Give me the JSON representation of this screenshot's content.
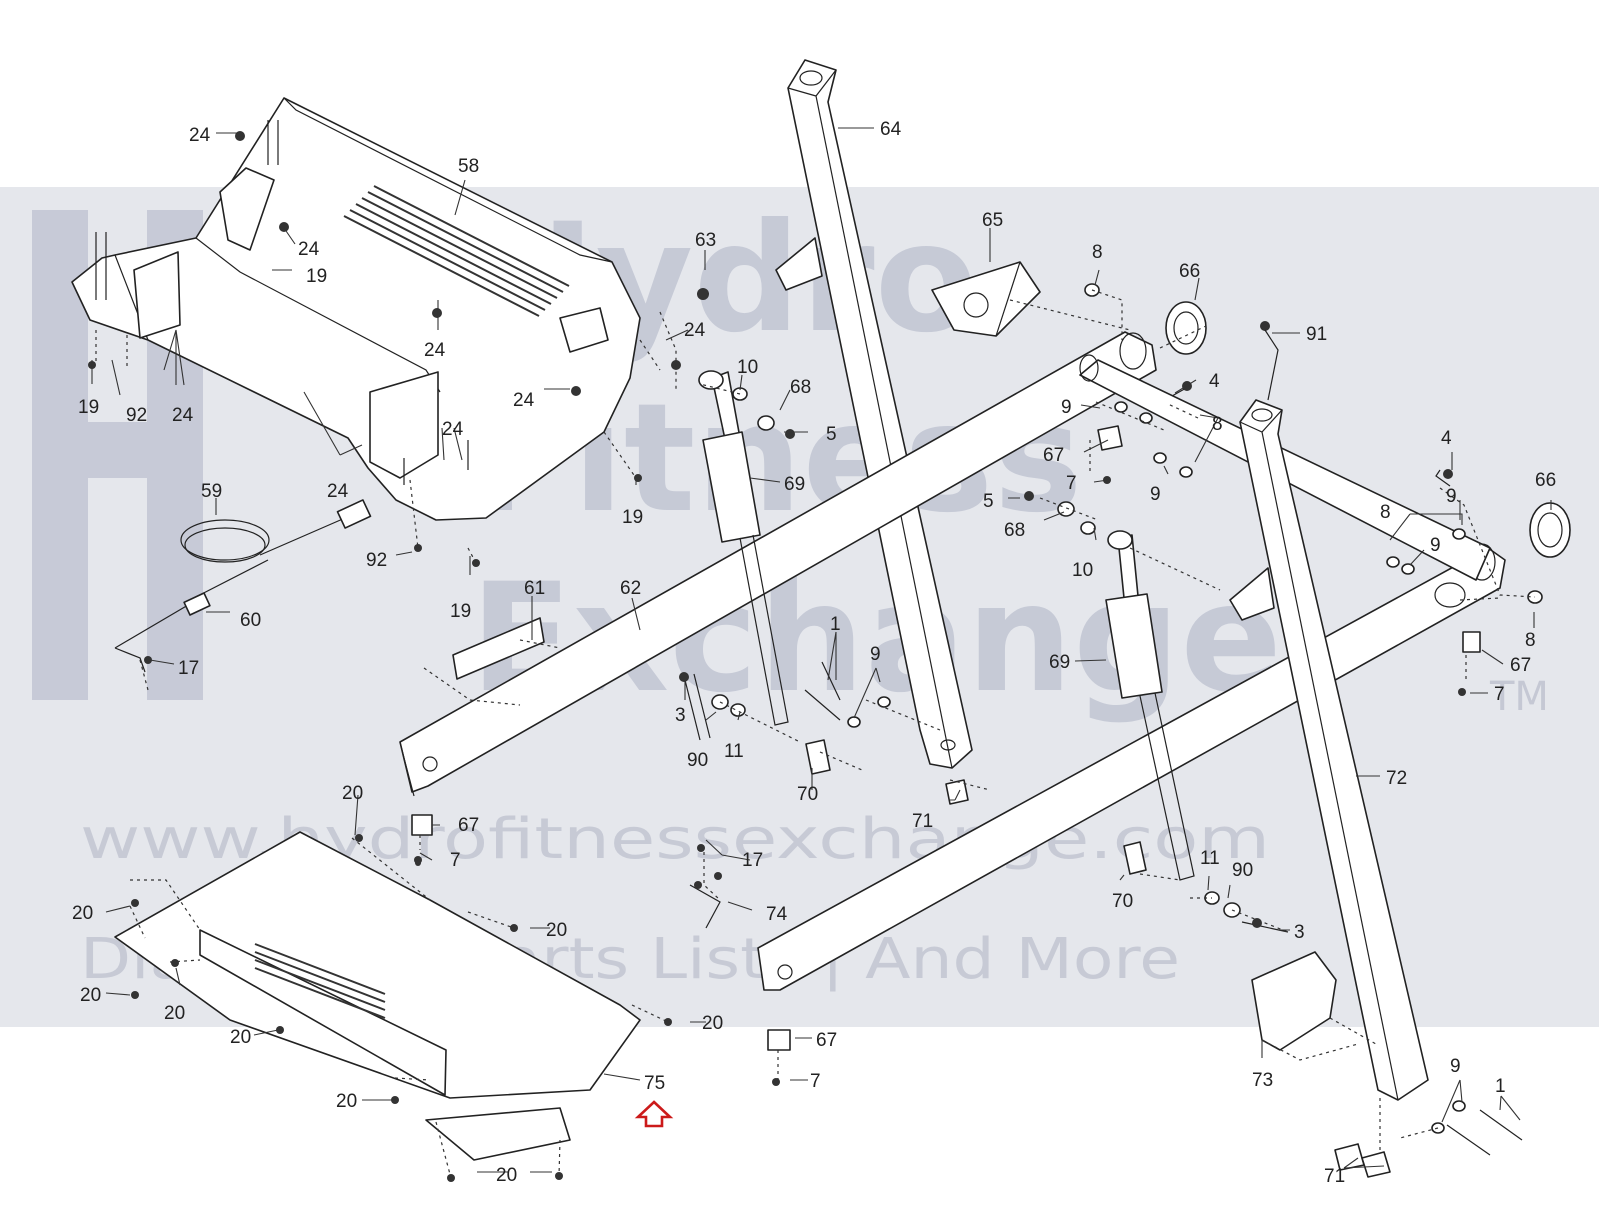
{
  "watermark": {
    "line1": "Hydro",
    "line2": "Fitness",
    "line3": "Exchange",
    "trademark": "TM",
    "url": "www.hydrofitnessexchange.com",
    "tagline": "Diagrams | Parts Lists | And More"
  },
  "marker": {
    "color": "#cc1a1a"
  },
  "callouts": [
    {
      "id": "c64",
      "text": "64"
    },
    {
      "id": "c58",
      "text": "58"
    },
    {
      "id": "c24a",
      "text": "24"
    },
    {
      "id": "c24b",
      "text": "24"
    },
    {
      "id": "c19a",
      "text": "19"
    },
    {
      "id": "c24c",
      "text": "24"
    },
    {
      "id": "c19b",
      "text": "19"
    },
    {
      "id": "c92a",
      "text": "92"
    },
    {
      "id": "c24d",
      "text": "24"
    },
    {
      "id": "c24e",
      "text": "24"
    },
    {
      "id": "c24f",
      "text": "24"
    },
    {
      "id": "c24g",
      "text": "24"
    },
    {
      "id": "c24h",
      "text": "24"
    },
    {
      "id": "c19c",
      "text": "19"
    },
    {
      "id": "c92b",
      "text": "92"
    },
    {
      "id": "c19d",
      "text": "19"
    },
    {
      "id": "c59",
      "text": "59"
    },
    {
      "id": "c60",
      "text": "60"
    },
    {
      "id": "c17a",
      "text": "17"
    },
    {
      "id": "c61",
      "text": "61"
    },
    {
      "id": "c62",
      "text": "62"
    },
    {
      "id": "c63",
      "text": "63"
    },
    {
      "id": "c10a",
      "text": "10"
    },
    {
      "id": "c68a",
      "text": "68"
    },
    {
      "id": "c5a",
      "text": "5"
    },
    {
      "id": "c69a",
      "text": "69"
    },
    {
      "id": "c65",
      "text": "65"
    },
    {
      "id": "c8a",
      "text": "8"
    },
    {
      "id": "c66a",
      "text": "66"
    },
    {
      "id": "c91",
      "text": "91"
    },
    {
      "id": "c4a",
      "text": "4"
    },
    {
      "id": "c9a",
      "text": "9"
    },
    {
      "id": "c8b",
      "text": "8"
    },
    {
      "id": "c67a",
      "text": "67"
    },
    {
      "id": "c7a",
      "text": "7"
    },
    {
      "id": "c9b",
      "text": "9"
    },
    {
      "id": "c5b",
      "text": "5"
    },
    {
      "id": "c68b",
      "text": "68"
    },
    {
      "id": "c10b",
      "text": "10"
    },
    {
      "id": "c4b",
      "text": "4"
    },
    {
      "id": "c9c",
      "text": "9"
    },
    {
      "id": "c66b",
      "text": "66"
    },
    {
      "id": "c8c",
      "text": "8"
    },
    {
      "id": "c9d",
      "text": "9"
    },
    {
      "id": "c8d",
      "text": "8"
    },
    {
      "id": "c67b",
      "text": "67"
    },
    {
      "id": "c7b",
      "text": "7"
    },
    {
      "id": "c69b",
      "text": "69"
    },
    {
      "id": "c1a",
      "text": "1"
    },
    {
      "id": "c9e",
      "text": "9"
    },
    {
      "id": "c3a",
      "text": "3"
    },
    {
      "id": "c90a",
      "text": "90"
    },
    {
      "id": "c11a",
      "text": "11"
    },
    {
      "id": "c70a",
      "text": "70"
    },
    {
      "id": "c71a",
      "text": "71"
    },
    {
      "id": "c72",
      "text": "72"
    },
    {
      "id": "c20a",
      "text": "20"
    },
    {
      "id": "c67c",
      "text": "67"
    },
    {
      "id": "c7c",
      "text": "7"
    },
    {
      "id": "c17b",
      "text": "17"
    },
    {
      "id": "c74",
      "text": "74"
    },
    {
      "id": "c20b",
      "text": "20"
    },
    {
      "id": "c20c",
      "text": "20"
    },
    {
      "id": "c20d",
      "text": "20"
    },
    {
      "id": "c20e",
      "text": "20"
    },
    {
      "id": "c20f",
      "text": "20"
    },
    {
      "id": "c20g",
      "text": "20"
    },
    {
      "id": "c20h",
      "text": "20"
    },
    {
      "id": "c75",
      "text": "75"
    },
    {
      "id": "c20i",
      "text": "20"
    },
    {
      "id": "c67d",
      "text": "67"
    },
    {
      "id": "c7d",
      "text": "7"
    },
    {
      "id": "c11b",
      "text": "11"
    },
    {
      "id": "c90b",
      "text": "90"
    },
    {
      "id": "c70b",
      "text": "70"
    },
    {
      "id": "c3b",
      "text": "3"
    },
    {
      "id": "c73",
      "text": "73"
    },
    {
      "id": "c9f",
      "text": "9"
    },
    {
      "id": "c1b",
      "text": "1"
    },
    {
      "id": "c71b",
      "text": "71"
    }
  ]
}
